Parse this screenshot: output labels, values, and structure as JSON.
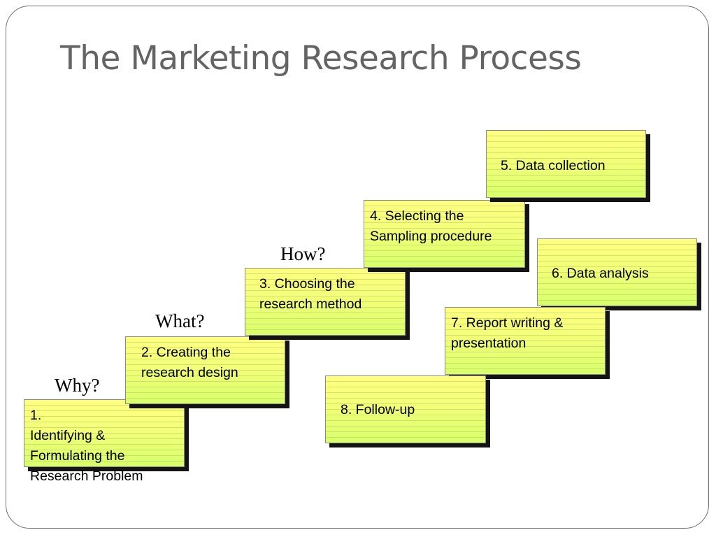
{
  "slide": {
    "title": "The Marketing Research Process"
  },
  "questions": {
    "why": "Why?",
    "what": "What?",
    "how": "How?"
  },
  "steps": [
    {
      "num": "1.",
      "lines": [
        "Identifying &",
        "Formulating the",
        "Research Problem"
      ]
    },
    {
      "lines": [
        "2. Creating the",
        "research design"
      ]
    },
    {
      "lines": [
        "3. Choosing the",
        "research method"
      ]
    },
    {
      "lines": [
        "4. Selecting the",
        "Sampling procedure"
      ]
    },
    {
      "lines": [
        "5. Data collection"
      ]
    },
    {
      "lines": [
        "6. Data analysis"
      ]
    },
    {
      "lines": [
        "7. Report writing &",
        "presentation"
      ]
    },
    {
      "lines": [
        "8. Follow-up"
      ]
    }
  ],
  "colors": {
    "box_fill_top": "#ffff80",
    "box_fill_bottom": "#d8ff6a",
    "title": "#646464",
    "shadow": "#141414"
  }
}
